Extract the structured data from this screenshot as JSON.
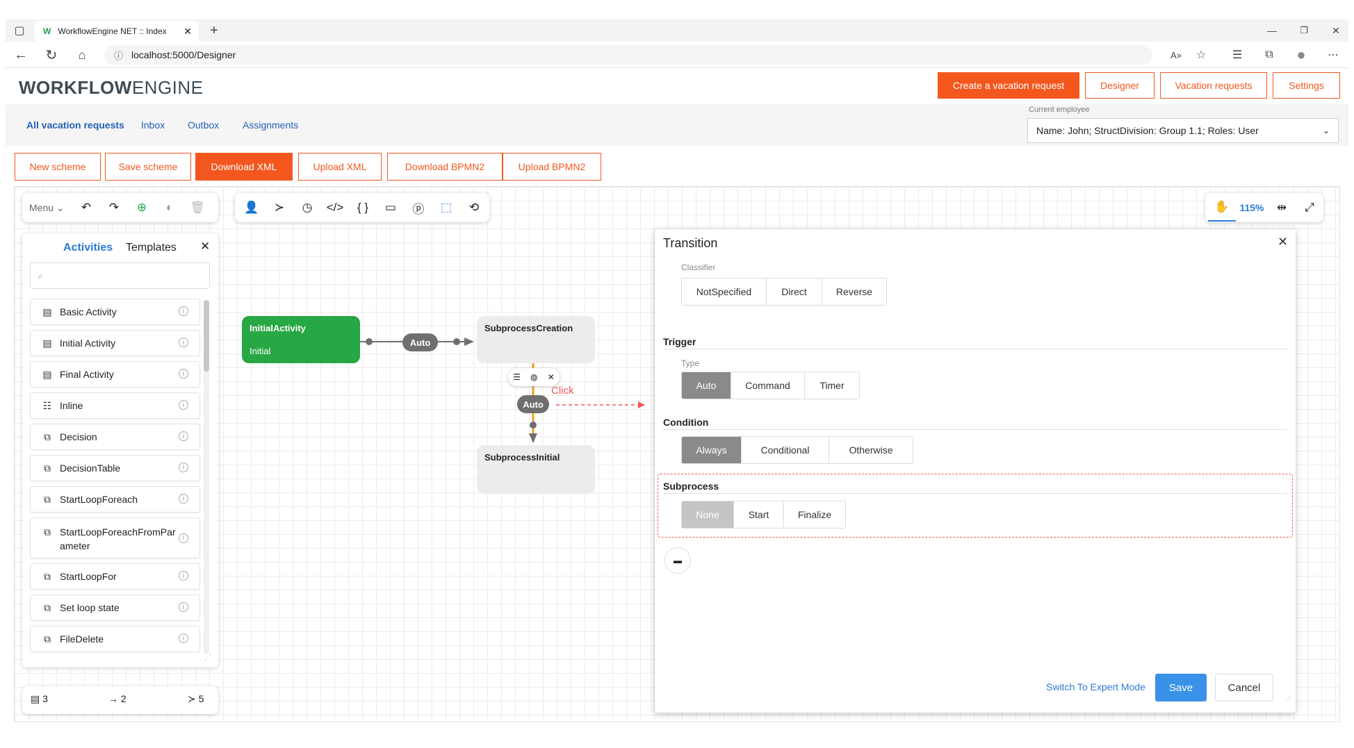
{
  "browser": {
    "tab_title": "WorkflowEngine NET :: Index",
    "url": "localhost:5000/Designer"
  },
  "header": {
    "logo_bold": "WORKFLOW",
    "logo_light": "ENGINE",
    "buttons": [
      "Create a vacation request",
      "Designer",
      "Vacation requests",
      "Settings"
    ]
  },
  "nav": {
    "links": [
      "All vacation requests",
      "Inbox",
      "Outbox",
      "Assignments"
    ],
    "employee_label": "Current employee",
    "employee_value": "Name: John; StructDivision: Group 1.1; Roles: User"
  },
  "actions": [
    "New scheme",
    "Save scheme",
    "Download XML",
    "Upload XML",
    "Download BPMN2",
    "Upload BPMN2"
  ],
  "toolbar": {
    "menu_label": "Menu",
    "zoom": "115%"
  },
  "left_panel": {
    "tabs": [
      "Activities",
      "Templates"
    ],
    "search_placeholder": "",
    "items": [
      {
        "label": "Basic Activity",
        "icon": "activity-icon"
      },
      {
        "label": "Initial Activity",
        "icon": "initial-activity-icon"
      },
      {
        "label": "Final Activity",
        "icon": "final-activity-icon"
      },
      {
        "label": "Inline",
        "icon": "inline-icon"
      },
      {
        "label": "Decision",
        "icon": "decision-icon"
      },
      {
        "label": "DecisionTable",
        "icon": "decision-table-icon"
      },
      {
        "label": "StartLoopForeach",
        "icon": "loop-icon"
      },
      {
        "label": "StartLoopForeachFromParameter",
        "icon": "loop-icon"
      },
      {
        "label": "StartLoopFor",
        "icon": "loop-icon"
      },
      {
        "label": "Set loop state",
        "icon": "loop-state-icon"
      },
      {
        "label": "FileDelete",
        "icon": "file-delete-icon"
      }
    ]
  },
  "stats": {
    "activities": "3",
    "transitions": "2",
    "commands": "5"
  },
  "diagram": {
    "initial_title": "InitialActivity",
    "initial_sub": "Initial",
    "node2_title": "SubprocessCreation",
    "node3_title": "SubprocessInitial",
    "auto_label": "Auto",
    "click_note": "Click"
  },
  "transition_panel": {
    "title": "Transition",
    "classifier_label": "Classifier",
    "classifier_options": [
      "NotSpecified",
      "Direct",
      "Reverse"
    ],
    "trigger_label": "Trigger",
    "type_label": "Type",
    "trigger_options": [
      "Auto",
      "Command",
      "Timer"
    ],
    "trigger_selected": "Auto",
    "condition_label": "Condition",
    "condition_options": [
      "Always",
      "Conditional",
      "Otherwise"
    ],
    "condition_selected": "Always",
    "subprocess_label": "Subprocess",
    "subprocess_options": [
      "None",
      "Start",
      "Finalize"
    ],
    "subprocess_selected": "None",
    "expert_link": "Switch To Expert Mode",
    "save_label": "Save",
    "cancel_label": "Cancel"
  },
  "colors": {
    "brand_orange": "#f3571e",
    "initial_green": "#28a745",
    "accent_blue": "#2b7bd6",
    "annotation_red": "#f05a5a"
  }
}
